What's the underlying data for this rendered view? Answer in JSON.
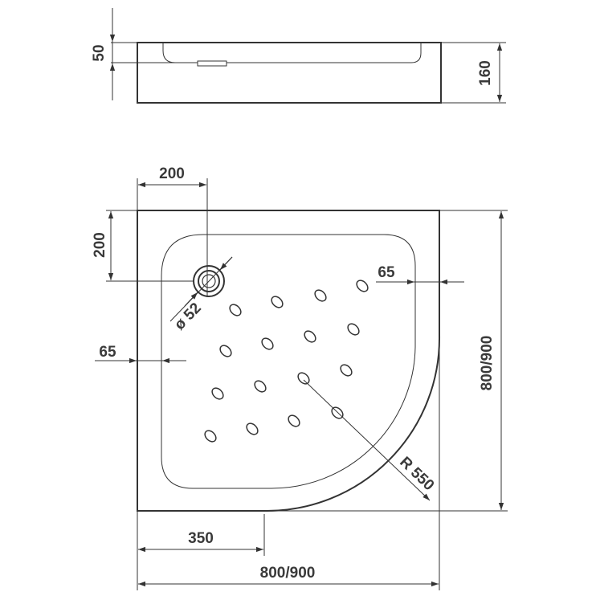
{
  "side_view": {
    "depth_label": "50",
    "height_label": "160"
  },
  "top_view": {
    "drain_x_offset_label": "200",
    "drain_y_offset_label": "200",
    "drain_diameter_label": "ø 52",
    "rim_width_right_label": "65",
    "rim_width_left_label": "65",
    "radius_label": "R 550",
    "depth_label": "800/900",
    "straight_length_label": "350",
    "width_label": "800/900"
  }
}
